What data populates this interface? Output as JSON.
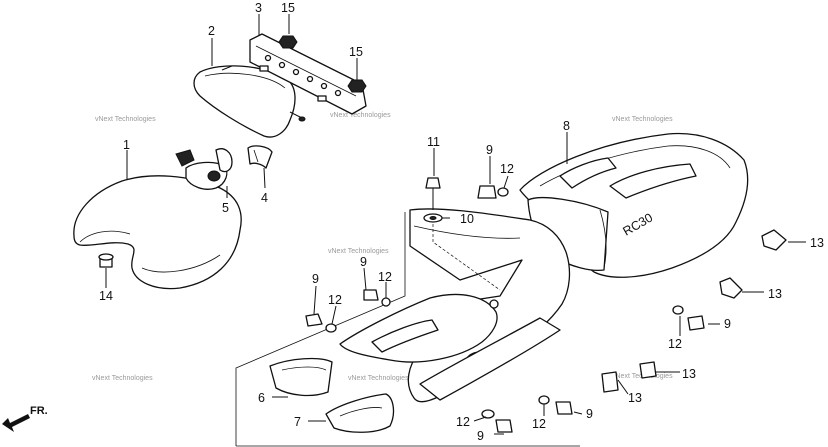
{
  "callouts": [
    {
      "id": "c1",
      "text": "1"
    },
    {
      "id": "c2",
      "text": "2"
    },
    {
      "id": "c3",
      "text": "3"
    },
    {
      "id": "c4",
      "text": "4"
    },
    {
      "id": "c5",
      "text": "5"
    },
    {
      "id": "c6",
      "text": "6"
    },
    {
      "id": "c7",
      "text": "7"
    },
    {
      "id": "c8",
      "text": "8"
    },
    {
      "id": "c9a",
      "text": "9"
    },
    {
      "id": "c9b",
      "text": "9"
    },
    {
      "id": "c9c",
      "text": "9"
    },
    {
      "id": "c9d",
      "text": "9"
    },
    {
      "id": "c9e",
      "text": "9"
    },
    {
      "id": "c9f",
      "text": "9"
    },
    {
      "id": "c10",
      "text": "10"
    },
    {
      "id": "c11",
      "text": "11"
    },
    {
      "id": "c12a",
      "text": "12"
    },
    {
      "id": "c12b",
      "text": "12"
    },
    {
      "id": "c12c",
      "text": "12"
    },
    {
      "id": "c12d",
      "text": "12"
    },
    {
      "id": "c12e",
      "text": "12"
    },
    {
      "id": "c12f",
      "text": "12"
    },
    {
      "id": "c13a",
      "text": "13"
    },
    {
      "id": "c13b",
      "text": "13"
    },
    {
      "id": "c13c",
      "text": "13"
    },
    {
      "id": "c13d",
      "text": "13"
    },
    {
      "id": "c14",
      "text": "14"
    },
    {
      "id": "c15a",
      "text": "15"
    },
    {
      "id": "c15b",
      "text": "15"
    }
  ],
  "direction_label": "FR.",
  "watermark": "vNext Technologies"
}
